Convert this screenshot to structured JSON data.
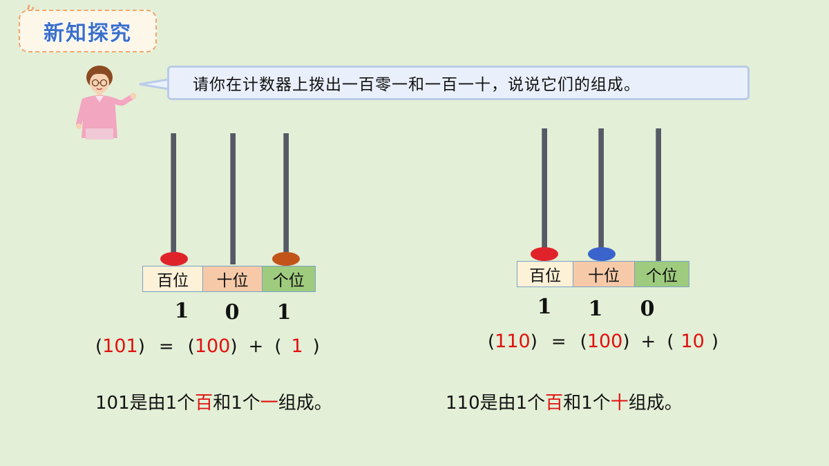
{
  "header": {
    "title": "新知探究"
  },
  "prompt": {
    "text": "请你在计数器上拨出一百零一和一百一十，说说它们的组成。"
  },
  "place_labels": [
    "百位",
    "十位",
    "个位"
  ],
  "left": {
    "digits": [
      "1",
      "0",
      "1"
    ],
    "equation": {
      "open1": "(",
      "total": "101",
      "close1": ")",
      "eq": "=",
      "open2": "(",
      "hundreds": "100",
      "close2": ")",
      "plus": "+",
      "open3": "(",
      "ones": "1",
      "close3": ")"
    },
    "sentence": {
      "p1": "101是由1个",
      "w1": "百",
      "p2": "和1个",
      "w2": "一",
      "p3": "组成。"
    },
    "beads": {
      "hundreds": 1,
      "tens": 0,
      "ones": 1
    }
  },
  "right": {
    "digits": [
      "1",
      "1",
      "0"
    ],
    "equation": {
      "open1": "(",
      "total": "110",
      "close1": ")",
      "eq": "=",
      "open2": "(",
      "hundreds": "100",
      "close2": ")",
      "plus": "+",
      "open3": "(",
      "tens": "10",
      "close3": ")"
    },
    "sentence": {
      "p1": "110是由1个",
      "w1": "百",
      "p2": "和1个",
      "w2": "十",
      "p3": "组成。"
    },
    "beads": {
      "hundreds": 1,
      "tens": 1,
      "ones": 0
    }
  },
  "colors": {
    "background": "#e3efd6",
    "bead_hundreds": "#e0232a",
    "bead_tens": "#3b63cc",
    "bead_ones": "#c2541a",
    "cell_hundreds": "#fdf1d8",
    "cell_tens": "#f6caa8",
    "cell_ones": "#9fcb7e",
    "highlight": "#e01010"
  }
}
